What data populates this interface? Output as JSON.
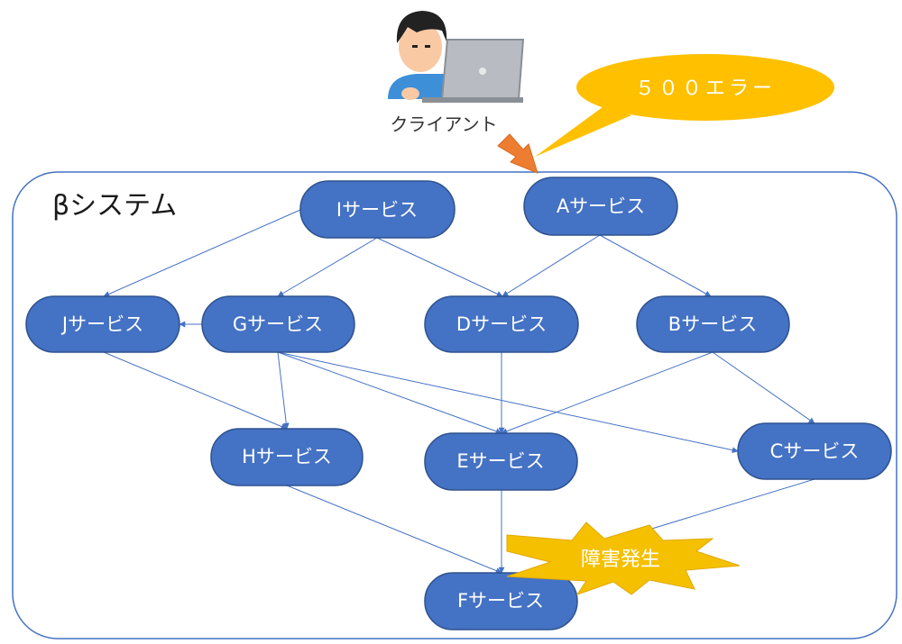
{
  "system": {
    "label": "βシステム"
  },
  "client": {
    "label": "クライアント"
  },
  "callout": {
    "text": "５００エラー",
    "color": "#ffc000"
  },
  "failure": {
    "text": "障害発生",
    "color": "#f5c000"
  },
  "colors": {
    "node_fill": "#4472c4",
    "node_stroke": "#2f528f",
    "edge": "#4472c4",
    "arrow": "#ed7d31"
  },
  "nodes": {
    "I": {
      "label": "Iサービス"
    },
    "A": {
      "label": "Aサービス"
    },
    "J": {
      "label": "Jサービス"
    },
    "G": {
      "label": "Gサービス"
    },
    "D": {
      "label": "Dサービス"
    },
    "B": {
      "label": "Bサービス"
    },
    "H": {
      "label": "Hサービス"
    },
    "E": {
      "label": "Eサービス"
    },
    "C": {
      "label": "Cサービス"
    },
    "F": {
      "label": "Fサービス"
    }
  }
}
